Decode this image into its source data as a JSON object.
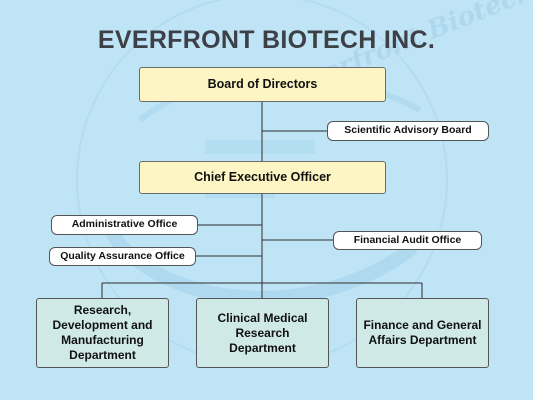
{
  "title": "EVERFRONT BIOTECH INC.",
  "watermark": {
    "logo_text": "Everfront Biotech"
  },
  "board": "Board of Directors",
  "scientific_advisory": "Scientific Advisory Board",
  "ceo": "Chief Executive Officer",
  "administrative_office": "Administrative Office",
  "quality_assurance_office": "Quality Assurance Office",
  "financial_audit_office": "Financial Audit Office",
  "departments": [
    "Research, Development and Manufacturing Department",
    "Clinical Medical Research Department",
    "Finance and General Affairs Department"
  ],
  "colors": {
    "background": "#bfe4f5",
    "executive_box": "#fdf5c3",
    "department_box": "#cfe9e6",
    "title": "#3d4147"
  }
}
